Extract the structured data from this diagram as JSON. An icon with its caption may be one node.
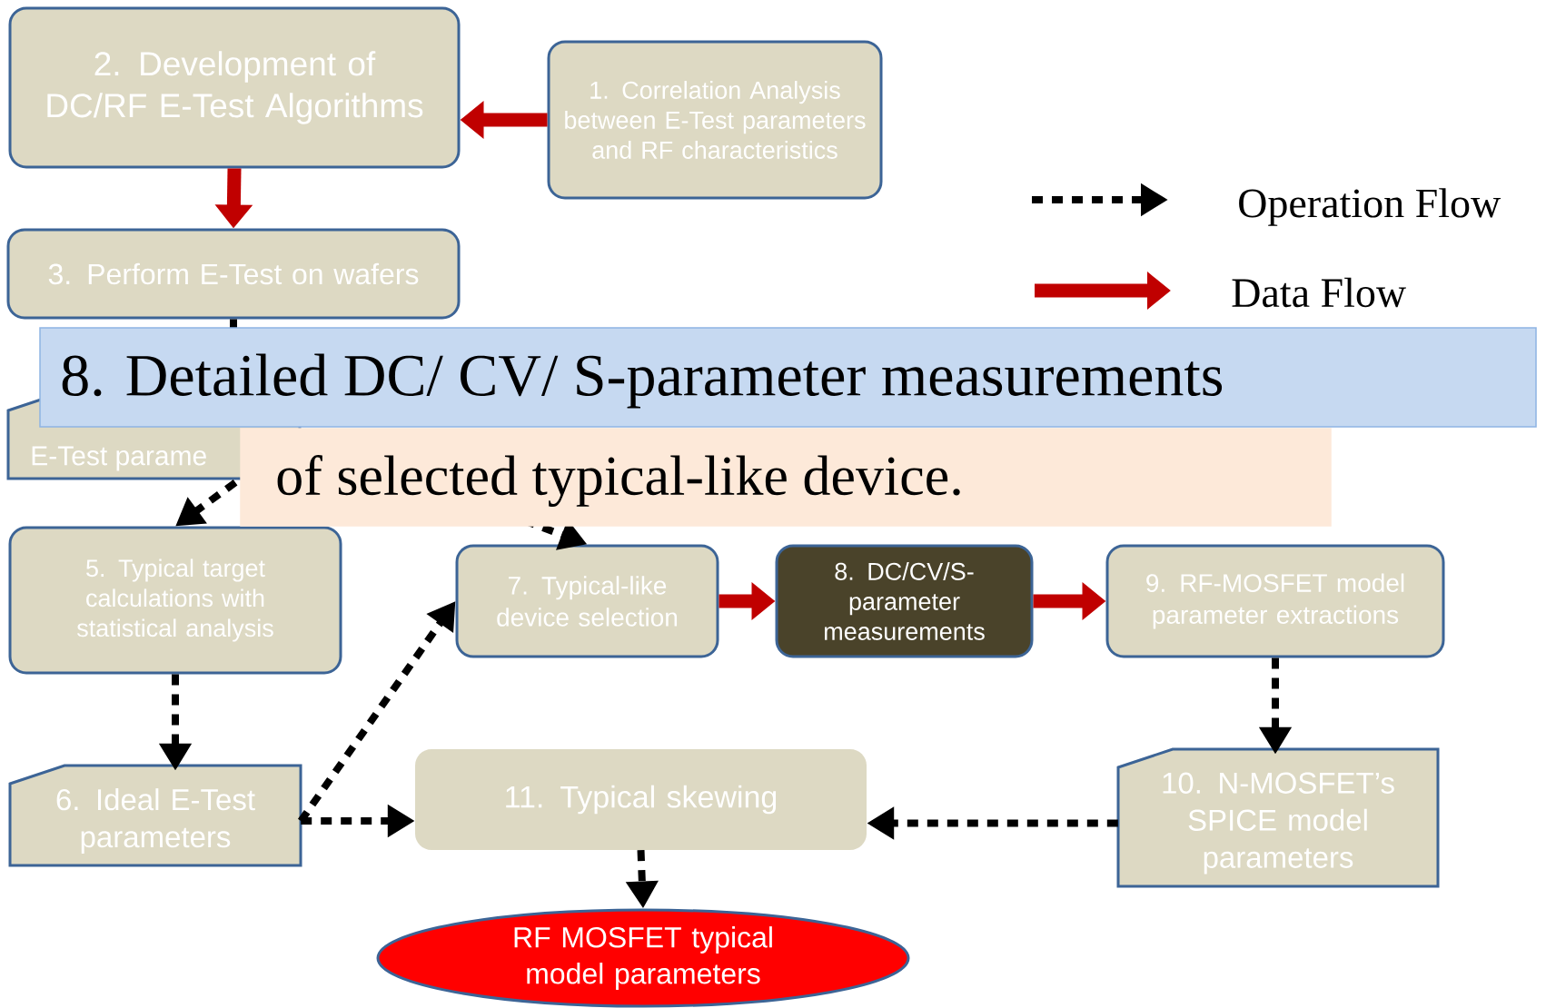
{
  "diagram": {
    "nodes": [
      {
        "text": [
          "1. Correlation Analysis between E-Test parameters and RF characteristics"
        ]
      },
      {
        "text": [
          "2. Development of DC/RF E-Test Algorithms"
        ]
      },
      {
        "text": [
          "3. Perform E-Test on wafers"
        ]
      },
      {
        "text": [
          "E-Test parame"
        ]
      },
      {
        "text": [
          "5. Typical target calculations with statistical analysis"
        ]
      },
      {
        "text": [
          "6. Ideal E-Test parameters"
        ]
      },
      {
        "text": [
          "7. Typical-like device selection"
        ]
      },
      {
        "text": [
          "8. DC/CV/S-parameter measurements"
        ]
      },
      {
        "text": [
          "9. RF-MOSFET model parameter extractions"
        ]
      },
      {
        "text": [
          "10. N-MOSFET’s SPICE model parameters"
        ]
      },
      {
        "text": [
          "11. Typical skewing"
        ]
      },
      {
        "text": [
          "RF MOSFET typical model parameters"
        ]
      }
    ],
    "edges": [
      {
        "from": 0,
        "to": 1,
        "arrow": "to",
        "style": "thick",
        "color": "#c00000"
      },
      {
        "from": 1,
        "to": 2,
        "arrow": "to",
        "style": "thick",
        "color": "#c00000"
      },
      {
        "from": 2,
        "to": 3,
        "arrow": "none",
        "style": "dashed"
      },
      {
        "from": 3,
        "to": 4,
        "arrow": "to",
        "style": "dashed"
      },
      {
        "from": 3,
        "to": 6,
        "arrow": "to",
        "style": "dashed"
      },
      {
        "from": 4,
        "to": 5,
        "arrow": "to",
        "style": "dashed"
      },
      {
        "from": 5,
        "to": 6,
        "arrow": "to",
        "style": "dashed"
      },
      {
        "from": 5,
        "to": 10,
        "arrow": "to",
        "style": "dashed"
      },
      {
        "from": 6,
        "to": 7,
        "arrow": "to",
        "style": "thick",
        "color": "#c00000"
      },
      {
        "from": 7,
        "to": 8,
        "arrow": "to",
        "style": "thick",
        "color": "#c00000"
      },
      {
        "from": 8,
        "to": 9,
        "arrow": "to",
        "style": "dashed"
      },
      {
        "from": 9,
        "to": 10,
        "arrow": "to",
        "style": "dashed"
      },
      {
        "from": 10,
        "to": 11,
        "arrow": "to",
        "style": "dashed"
      }
    ],
    "labels": [
      "8. Detailed DC/ CV/ S-parameter measurements",
      "of  selected typical-like device."
    ],
    "legend": [
      {
        "text": "Operation Flow"
      },
      {
        "text": "Data Flow"
      }
    ]
  }
}
